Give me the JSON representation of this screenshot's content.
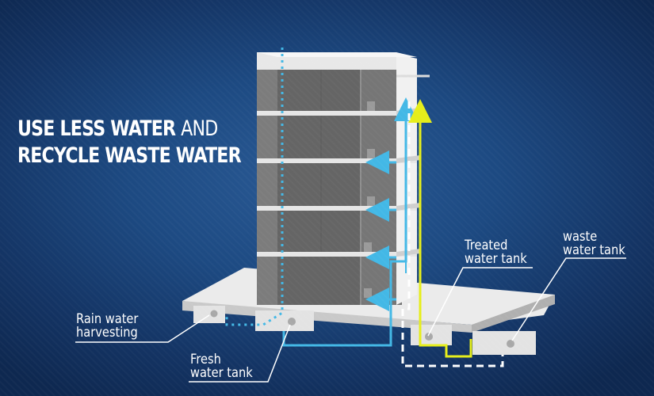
{
  "headline": {
    "line1_bold": "USE LESS WATER",
    "line1_light": "AND",
    "line2": "RECYCLE WASTE WATER"
  },
  "labels": {
    "rain_line1": "Rain water",
    "rain_line2": "harvesting",
    "fresh_line1": "Fresh",
    "fresh_line2": "water tank",
    "treated_line1": "Treated",
    "treated_line2": "water tank",
    "waste_line1": "waste",
    "waste_line2": "water tank"
  },
  "colors": {
    "fresh_water": "#43b8e6",
    "treated_water": "#e6ee1a",
    "waste_water": "#ffffff",
    "label_text": "#ffffff"
  }
}
